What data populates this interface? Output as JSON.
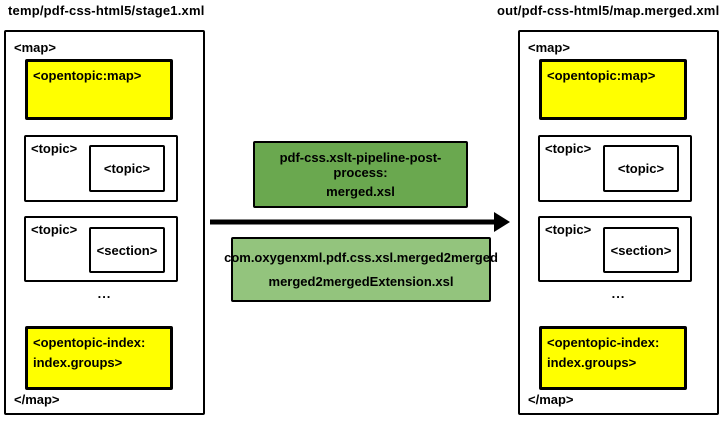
{
  "left": {
    "title": "temp/pdf-css-html5/stage1.xml",
    "map_open": "<map>",
    "opentopic_map": "<opentopic:map>",
    "groups": [
      {
        "label": "<topic>",
        "child": "<topic>"
      },
      {
        "label": "<topic>",
        "child": "<section>"
      }
    ],
    "ellipsis": "...",
    "index_line1": "<opentopic-index:",
    "index_line2": "index.groups>",
    "map_close": "</map>"
  },
  "right": {
    "title": "out/pdf-css-html5/map.merged.xml",
    "map_open": "<map>",
    "opentopic_map": "<opentopic:map>",
    "groups": [
      {
        "label": "<topic>",
        "child": "<topic>"
      },
      {
        "label": "<topic>",
        "child": "<section>"
      }
    ],
    "ellipsis": "...",
    "index_line1": "<opentopic-index:",
    "index_line2": "index.groups>",
    "map_close": "</map>"
  },
  "pipeline": {
    "post_process_box": {
      "line1": "pdf-css.xslt-pipeline-post-process:",
      "line2": "merged.xsl"
    },
    "extension_box": {
      "line1": "com.oxygenxml.pdf.css.xsl.merged2merged",
      "line2": "merged2mergedExtension.xsl"
    },
    "arrow_icon": "right-arrow"
  },
  "colors": {
    "highlight_yellow": "#ffff00",
    "process_green": "#6aa84f",
    "extension_green": "#93c47d",
    "ink": "#000000",
    "background": "#ffffff"
  }
}
